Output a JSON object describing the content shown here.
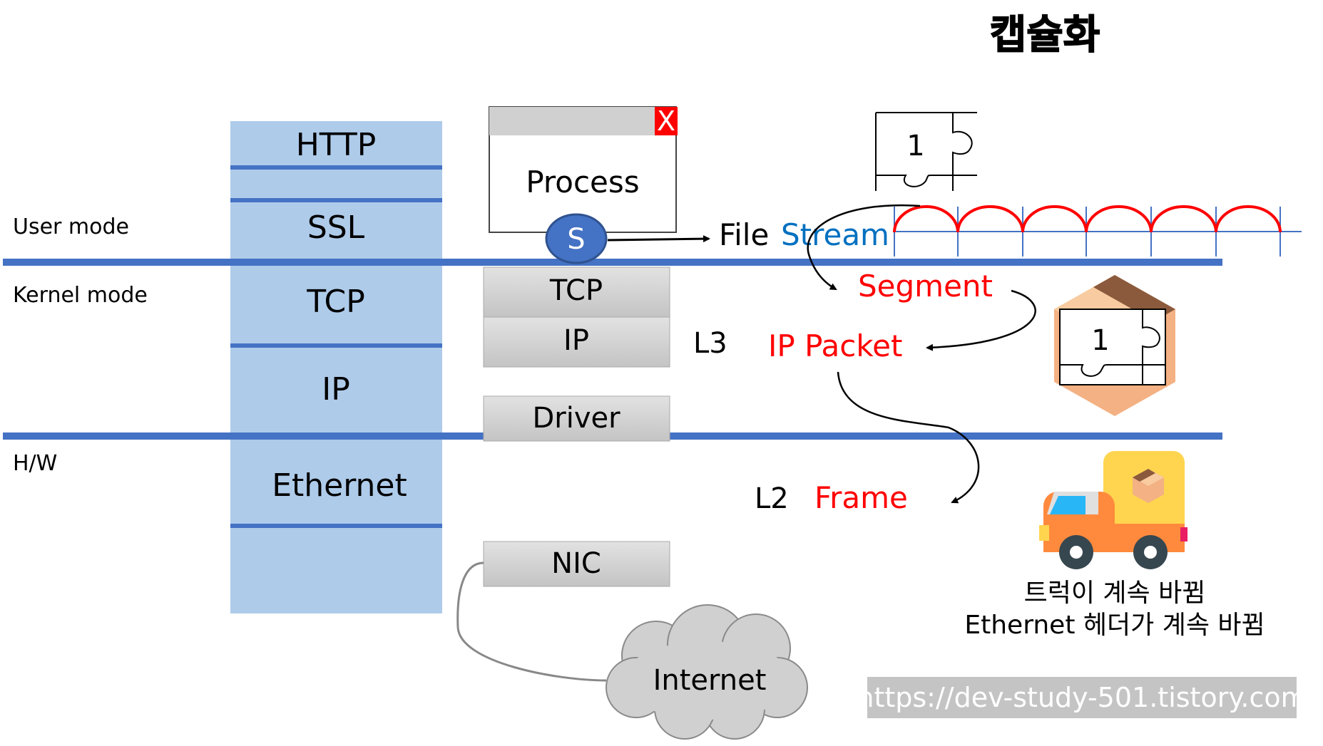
{
  "title": "캡슐화",
  "modes": {
    "user": "User mode",
    "kernel": "Kernel mode",
    "hw": "H/W"
  },
  "protocol_stack": [
    "HTTP",
    "SSL",
    "TCP",
    "IP",
    "Ethernet"
  ],
  "process": {
    "label": "Process",
    "close": "X",
    "socket": "S"
  },
  "kernel_boxes": {
    "tcp": "TCP",
    "ip": "IP",
    "driver": "Driver",
    "nic": "NIC"
  },
  "internet": "Internet",
  "layers": {
    "l3": "L3",
    "l2": "L2"
  },
  "data_units": {
    "file": "File",
    "stream": "Stream",
    "segment": "Segment",
    "ip_packet": "IP Packet",
    "frame": "Frame"
  },
  "puzzle_number": "1",
  "notes": [
    "트럭이 계속 바뀜",
    "Ethernet 헤더가 계속 바뀜"
  ],
  "watermark": "https://dev-study-501.tistory.com",
  "colors": {
    "stack_fill": "#aecbea",
    "blue_line": "#4472c4",
    "red": "#ff0000",
    "stream_blue": "#0070c0",
    "gray_box": "#d4d4d4"
  }
}
